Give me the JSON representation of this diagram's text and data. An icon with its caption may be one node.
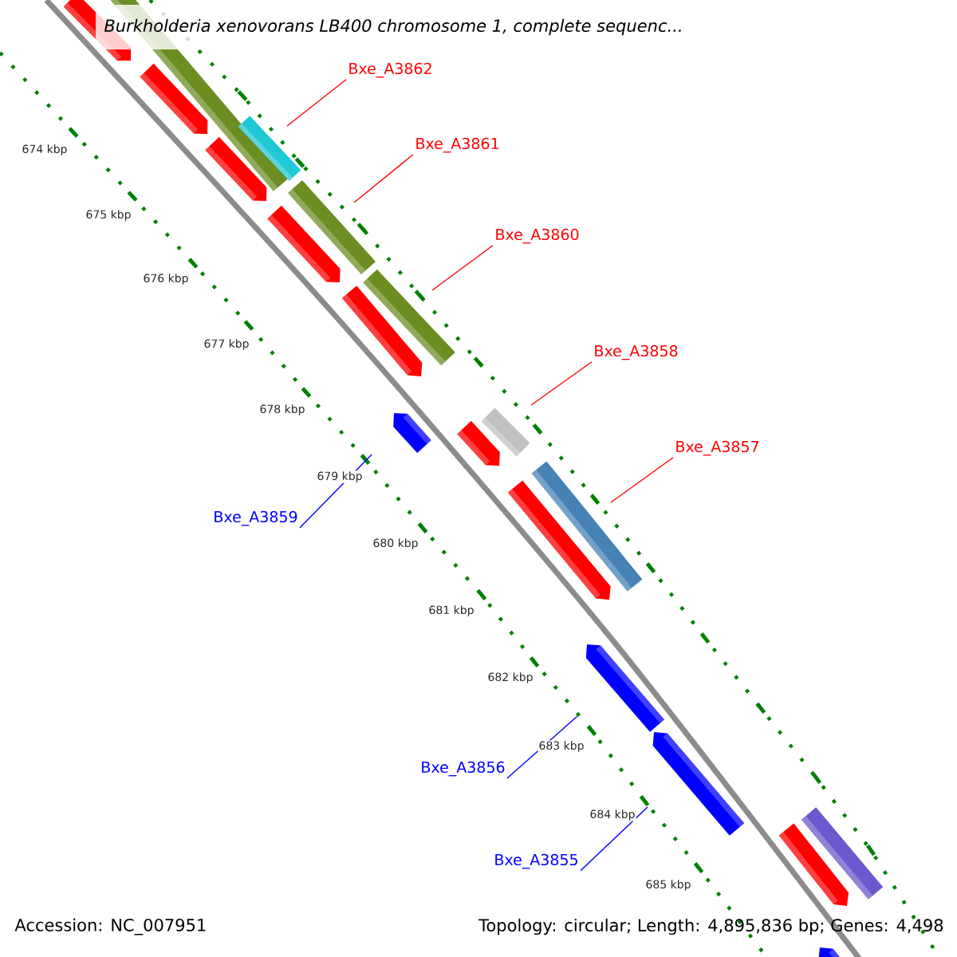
{
  "diagram": {
    "title": "Burkholderia xenovorans LB400 chromosome 1, complete sequenc...",
    "nodes": [
      {
        "text": [
          "Bxe_A3862"
        ]
      },
      {
        "text": [
          "Bxe_A3861"
        ]
      },
      {
        "text": [
          "Bxe_A3860"
        ]
      },
      {
        "text": [
          "Bxe_A3858"
        ]
      },
      {
        "text": [
          "Bxe_A3857"
        ]
      },
      {
        "text": [
          "Bxe_A3859"
        ]
      },
      {
        "text": [
          "Bxe_A3856"
        ]
      },
      {
        "text": [
          "Bxe_A3855"
        ]
      }
    ],
    "edges": [
      {
        "from": 0,
        "to": null,
        "arrow": "none"
      },
      {
        "from": 1,
        "to": null,
        "arrow": "none"
      },
      {
        "from": 2,
        "to": null,
        "arrow": "none"
      },
      {
        "from": 3,
        "to": null,
        "arrow": "none"
      },
      {
        "from": 4,
        "to": null,
        "arrow": "none"
      },
      {
        "from": 5,
        "to": null,
        "arrow": "none",
        "color": "#0000ff"
      },
      {
        "from": 6,
        "to": null,
        "arrow": "none",
        "color": "#0000ff"
      },
      {
        "from": 7,
        "to": null,
        "arrow": "none",
        "color": "#0000ff"
      }
    ],
    "labels": [
      "674 kbp",
      "675 kbp",
      "676 kbp",
      "677 kbp",
      "678 kbp",
      "679 kbp",
      "680 kbp",
      "681 kbp",
      "682 kbp",
      "683 kbp",
      "684 kbp",
      "685 kbp",
      "Accession: NC_007951",
      "Topology: circular; Length: 4,895,836 bp; Genes: 4,498"
    ]
  }
}
